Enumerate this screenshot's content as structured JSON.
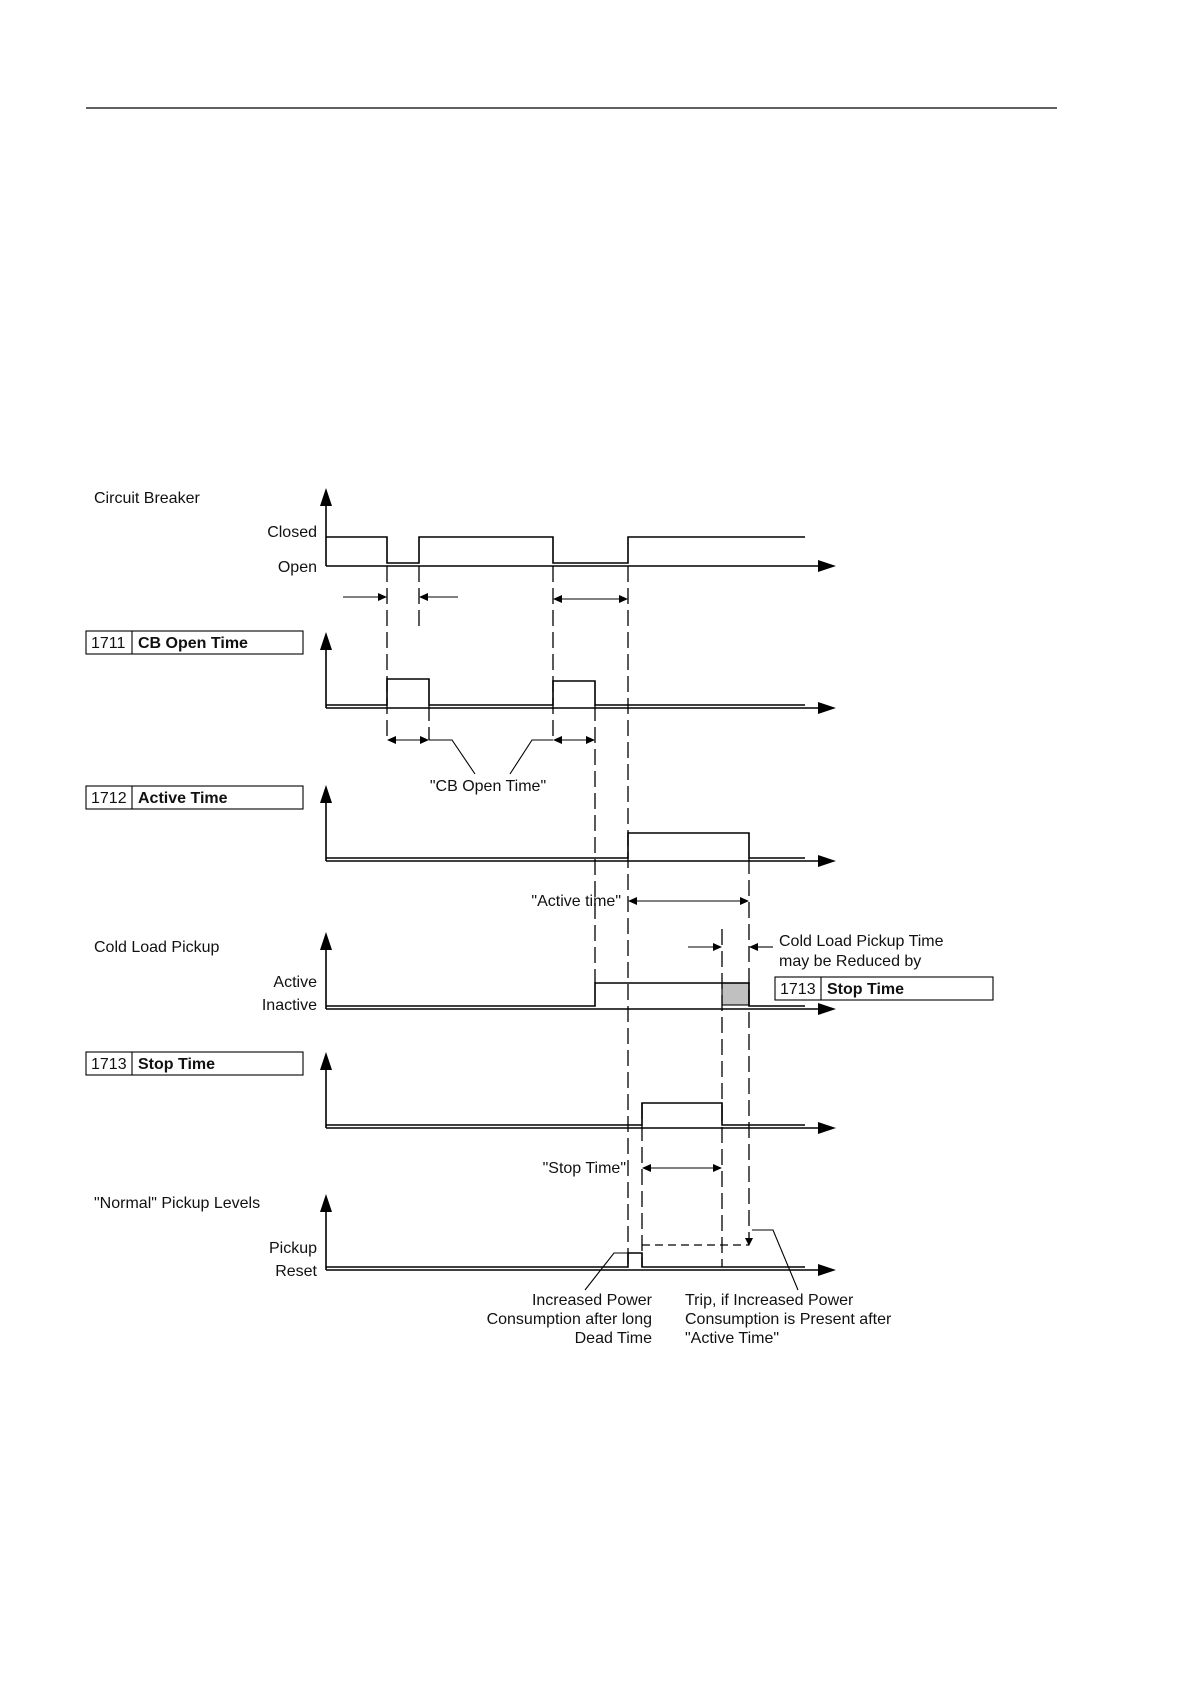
{
  "labels": {
    "circuit_breaker": "Circuit Breaker",
    "closed": "Closed",
    "open": "Open",
    "cold_load_pickup": "Cold Load Pickup",
    "active": "Active",
    "inactive": "Inactive",
    "normal_pickup_levels": "\"Normal\" Pickup Levels",
    "pickup": "Pickup",
    "reset": "Reset"
  },
  "params": {
    "cb_open_time": {
      "code": "1711",
      "name": "CB Open Time"
    },
    "active_time": {
      "code": "1712",
      "name": "Active Time"
    },
    "stop_time": {
      "code": "1713",
      "name": "Stop Time"
    }
  },
  "annotations": {
    "cb_open_time_quoted": "\"CB Open Time\"",
    "active_time_quoted": "\"Active time\"",
    "stop_time_quoted": "\"Stop Time\"",
    "clp_reduced_1": "Cold Load Pickup Time",
    "clp_reduced_2": "may be Reduced by",
    "increased_1": "Increased Power",
    "increased_2": "Consumption after long",
    "increased_3": "Dead Time",
    "trip_1": "Trip, if Increased Power",
    "trip_2": "Consumption is Present after",
    "trip_3": "\"Active Time\""
  }
}
